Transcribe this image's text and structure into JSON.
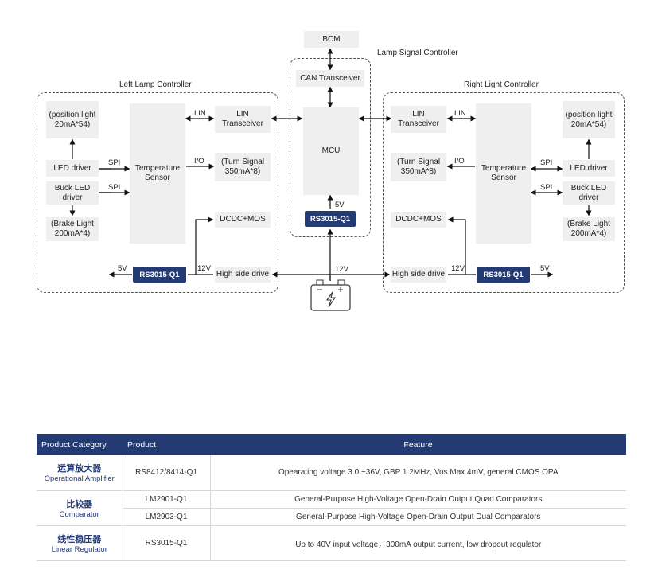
{
  "diagram": {
    "bcm": "BCM",
    "center_title": "Lamp Signal Controller",
    "left_title": "Left Lamp Controller",
    "right_title": "Right Light Controller",
    "can_transceiver": "CAN Transceiver",
    "mcu": "MCU",
    "center_chip": "RS3015-Q1",
    "center_5v": "5V",
    "bus_12v": "12V",
    "left": {
      "position_light": "(position light 20mA*54)",
      "led_driver": "LED driver",
      "buck_led_driver": "Buck LED driver",
      "brake_light": "(Brake Light 200mA*4)",
      "temp_sensor": "Temperature Sensor",
      "lin_transceiver": "LIN Transceiver",
      "turn_signal": "(Turn Signal 350mA*8)",
      "dcdc_mos": "DCDC+MOS",
      "high_side": "High side drive",
      "chip": "RS3015-Q1",
      "spi1": "SPI",
      "spi2": "SPI",
      "lin": "LIN",
      "io": "I/O",
      "v12": "12V",
      "v5": "5V"
    },
    "right": {
      "position_light": "(position light 20mA*54)",
      "led_driver": "LED driver",
      "buck_led_driver": "Buck LED driver",
      "brake_light": "(Brake Light 200mA*4)",
      "temp_sensor": "Temperature Sensor",
      "lin_transceiver": "LIN Transceiver",
      "turn_signal": "(Turn Signal 350mA*8)",
      "dcdc_mos": "DCDC+MOS",
      "high_side": "High side drive",
      "chip": "RS3015-Q1",
      "spi1": "SPI",
      "spi2": "SPI",
      "lin": "LIN",
      "io": "I/O",
      "v12": "12V",
      "v5": "5V"
    },
    "battery_icon": "battery-icon"
  },
  "table": {
    "headers": [
      "Product Category",
      "Product",
      "Feature"
    ],
    "rows": [
      {
        "cat_cn": "运算放大器",
        "cat_en": "Operational Amplifier",
        "product": "RS8412/8414-Q1",
        "feature": "Opearating voltage 3.0 ~36V, GBP 1.2MHz,  Vos Max 4mV, general CMOS OPA"
      },
      {
        "cat_cn": "比较器",
        "cat_en": "Comparator",
        "product": "LM2901-Q1",
        "feature": "General-Purpose High-Voltage Open-Drain Output Quad Comparators"
      },
      {
        "product": "LM2903-Q1",
        "feature": "General-Purpose High-Voltage Open-Drain Output Dual Comparators"
      },
      {
        "cat_cn": "线性稳压器",
        "cat_en": "Linear Regulator",
        "product": "RS3015-Q1",
        "feature": "Up to 40V input voltage，300mA output current, low dropout regulator"
      }
    ]
  },
  "colors": {
    "accent": "#243a73",
    "block": "#efefef"
  }
}
